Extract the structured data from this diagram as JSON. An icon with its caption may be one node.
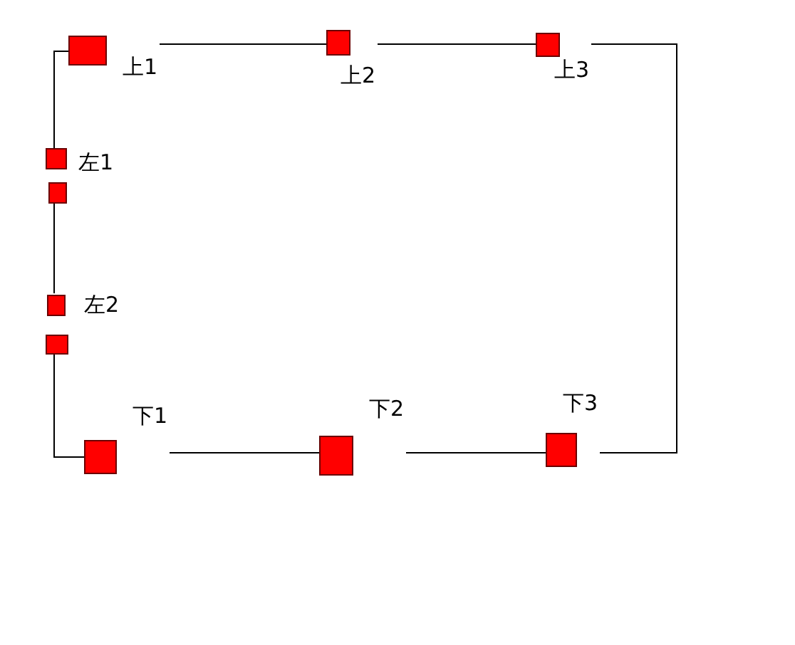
{
  "diagram": {
    "nodes": [
      {
        "text": [
          "上1"
        ]
      },
      {
        "text": [
          "上2"
        ]
      },
      {
        "text": [
          "上3"
        ]
      },
      {
        "text": [
          "左1"
        ]
      },
      {
        "text": [],
        "shape": "box"
      },
      {
        "text": [
          "左2"
        ]
      },
      {
        "text": [],
        "shape": "box"
      },
      {
        "text": [
          "下1"
        ]
      },
      {
        "text": [
          "下2"
        ]
      },
      {
        "text": [
          "下3"
        ]
      }
    ],
    "edges": [
      {
        "from": 0,
        "to": 1,
        "arrow": "none"
      },
      {
        "from": 1,
        "to": 2,
        "arrow": "none"
      },
      {
        "from": 2,
        "to": 9,
        "arrow": "none"
      },
      {
        "from": 0,
        "to": 3,
        "arrow": "none"
      },
      {
        "from": 4,
        "to": 5,
        "arrow": "none"
      },
      {
        "from": 6,
        "to": 7,
        "arrow": "none"
      },
      {
        "from": 7,
        "to": 8,
        "arrow": "none"
      },
      {
        "from": 8,
        "to": 9,
        "arrow": "none"
      }
    ]
  }
}
